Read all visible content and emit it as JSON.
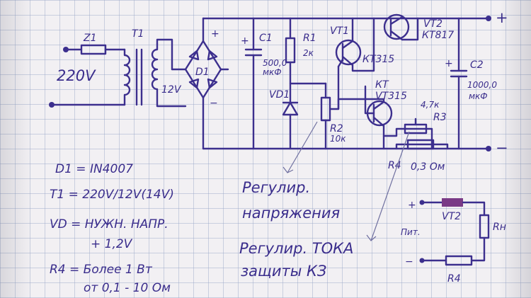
{
  "labels": {
    "z1": "Z1",
    "v220": "220V",
    "t1": "T1",
    "v12": "12V",
    "d1": "D1",
    "plus_bridge": "+",
    "minus_bridge": "−",
    "c1": "C1",
    "c1_val": "500,0",
    "c1_unit": "мкФ",
    "r1": "R1",
    "r1_val": "2к",
    "vd1": "VD1",
    "r2": "R2",
    "r2_val": "10к",
    "vt1": "VT1",
    "vt1_type": "КТ315",
    "vt2": "VT2",
    "vt2_type": "КТ817",
    "kt": "КТ",
    "vt_kt315": "VT315",
    "r3_val": "4,7к",
    "r3": "R3",
    "c2": "C2",
    "c2_val": "1000,0",
    "c2_unit": "мкФ",
    "r4": "R4",
    "r4_val": "0,3 Ом",
    "out_plus": "+",
    "out_minus": "−"
  },
  "notes": {
    "d1": "D1 = IN4007",
    "t1": "T1 = 220V/12V(14V)",
    "vd_line1": "VD = НУЖН. НАПР.",
    "vd_line2": "+ 1,2V",
    "r4_line1": "R4 = Более 1 Вт",
    "r4_line2": "от 0,1 - 10 Ом",
    "reg_v_line1": "Регулир.",
    "reg_v_line2": "напряжения",
    "reg_i_line1": "Регулир. ТОКА",
    "reg_i_line2": "защиты КЗ"
  },
  "inset": {
    "plus": "+",
    "minus": "−",
    "pit": "Пит.",
    "vt2": "VT2",
    "rn": "Rн",
    "r4": "R4"
  },
  "colors": {
    "ink": "#3c2f8e",
    "paper": "#f2f0f3",
    "grid": "#96a5c8"
  }
}
